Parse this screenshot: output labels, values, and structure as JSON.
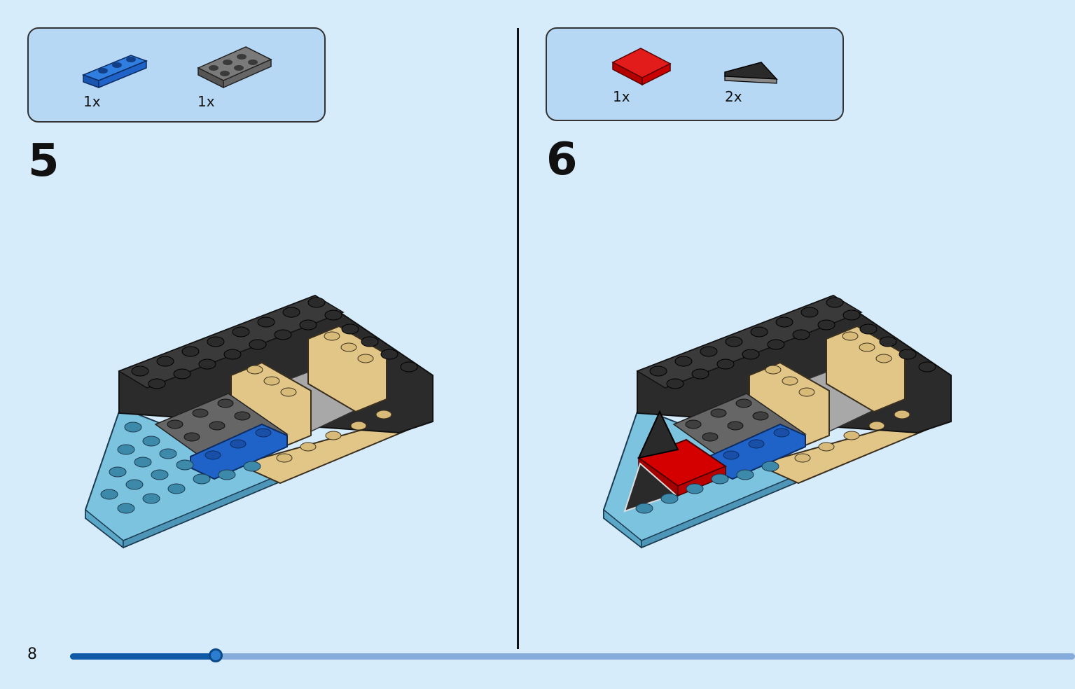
{
  "page": {
    "number": "8",
    "progress": 0.145
  },
  "steps": [
    {
      "number": "5",
      "parts": [
        {
          "qty": "1x",
          "icon": "blue-plate-1x3-icon",
          "color": "#1f63c9"
        },
        {
          "qty": "1x",
          "icon": "dark-gray-plate-2x3-icon",
          "color": "#6b6b6b"
        }
      ]
    },
    {
      "number": "6",
      "parts": [
        {
          "qty": "1x",
          "icon": "red-tile-2x2-icon",
          "color": "#d40000"
        },
        {
          "qty": "2x",
          "icon": "black-wedge-plate-icon",
          "color": "#2a2a2a"
        }
      ]
    }
  ],
  "colors": {
    "background": "#d6ecfb",
    "parts_box": "#b6d8f4",
    "black_brick": "#2b2b2b",
    "tan_brick": "#e1c688",
    "light_blue_plate": "#7cc3e0",
    "blue_plate": "#1f63c9",
    "dark_gray_plate": "#666666",
    "light_gray_tile": "#a8a8a8",
    "red_tile": "#d40000",
    "progress_fill": "#0e5aa7",
    "progress_track": "#86acdc"
  }
}
